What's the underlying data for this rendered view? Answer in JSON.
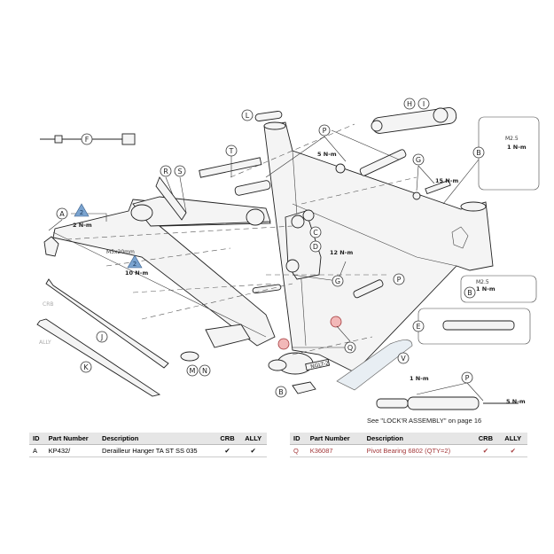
{
  "callouts": [
    "F",
    "L",
    "R",
    "S",
    "T",
    "P",
    "H",
    "I",
    "G",
    "B",
    "A",
    "C",
    "D",
    "G",
    "P",
    "B",
    "E",
    "Q",
    "V",
    "M",
    "N",
    "J",
    "K",
    "B",
    "P"
  ],
  "torque_labels": {
    "a_2nm": "2 N-m",
    "bolt_size": "M5x20mm",
    "a_10nm": "10 N-m",
    "p_5nm": "5 N-m",
    "g_15nm": "15 N-m",
    "b_m25": "M2.5",
    "b_1nm": "1 N-m",
    "g_12nm": "12 N-m",
    "b2_m25": "M2.5",
    "b2_1nm": "1 N-m",
    "p3_1nm": "1 N-m",
    "p3_5nm": "5 N-m"
  },
  "warning_badge": "2",
  "variant_labels": {
    "crb": "CRB",
    "ally": "ALLY"
  },
  "threadlock_label": "NGLT-2",
  "footnote": "See \"LOCK'R ASSEMBLY\" on page 16",
  "tables": [
    {
      "headers": [
        "ID",
        "Part Number",
        "Description",
        "CRB",
        "ALLY"
      ],
      "rows": [
        [
          "A",
          "KP432/",
          "Derailleur Hanger TA ST SS 035",
          "✔",
          "✔"
        ]
      ]
    },
    {
      "headers": [
        "ID",
        "Part Number",
        "Description",
        "CRB",
        "ALLY"
      ],
      "rows": [
        [
          "Q",
          "K36087",
          "Pivot Bearing 6802 (QTY=2)",
          "✔",
          "✔"
        ]
      ]
    }
  ],
  "colors": {
    "highlight": "#a3383a",
    "bearing": "#f2b8b8",
    "badge": "#7aa3cf"
  }
}
